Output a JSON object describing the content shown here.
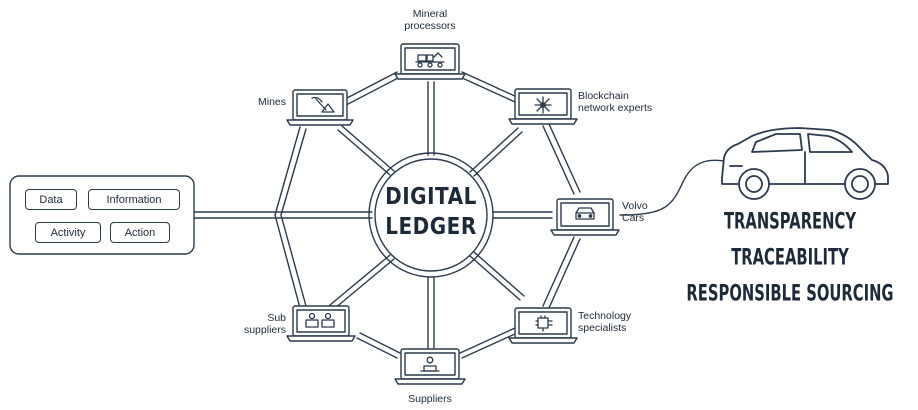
{
  "nodes": {
    "mineral_processors": [
      "Mineral",
      "processors"
    ],
    "mines": "Mines",
    "blockchain": [
      "Blockchain",
      "network experts"
    ],
    "volvo": [
      "Volvo",
      "Cars"
    ],
    "technology": [
      "Technology",
      "specialists"
    ],
    "suppliers": "Suppliers",
    "sub_suppliers": [
      "Sub",
      "suppliers"
    ]
  },
  "center": {
    "line1": "DIGITAL",
    "line2": "LEDGER"
  },
  "inputs": {
    "data": "Data",
    "information": "Information",
    "activity": "Activity",
    "action": "Action"
  },
  "outcomes": [
    "TRANSPARENCY",
    "TRACEABILITY",
    "RESPONSIBLE SOURCING"
  ],
  "colors": {
    "ink": "#1e2a3a",
    "line": "#2b3a4d",
    "background": "#ffffff"
  },
  "icons": {
    "mineral_processors": "conveyor-icon",
    "mines": "pickaxe-icon",
    "blockchain": "network-icon",
    "volvo": "car-front-icon",
    "technology": "circuit-icon",
    "suppliers": "person-box-icon",
    "sub_suppliers": "people-box-icon"
  }
}
